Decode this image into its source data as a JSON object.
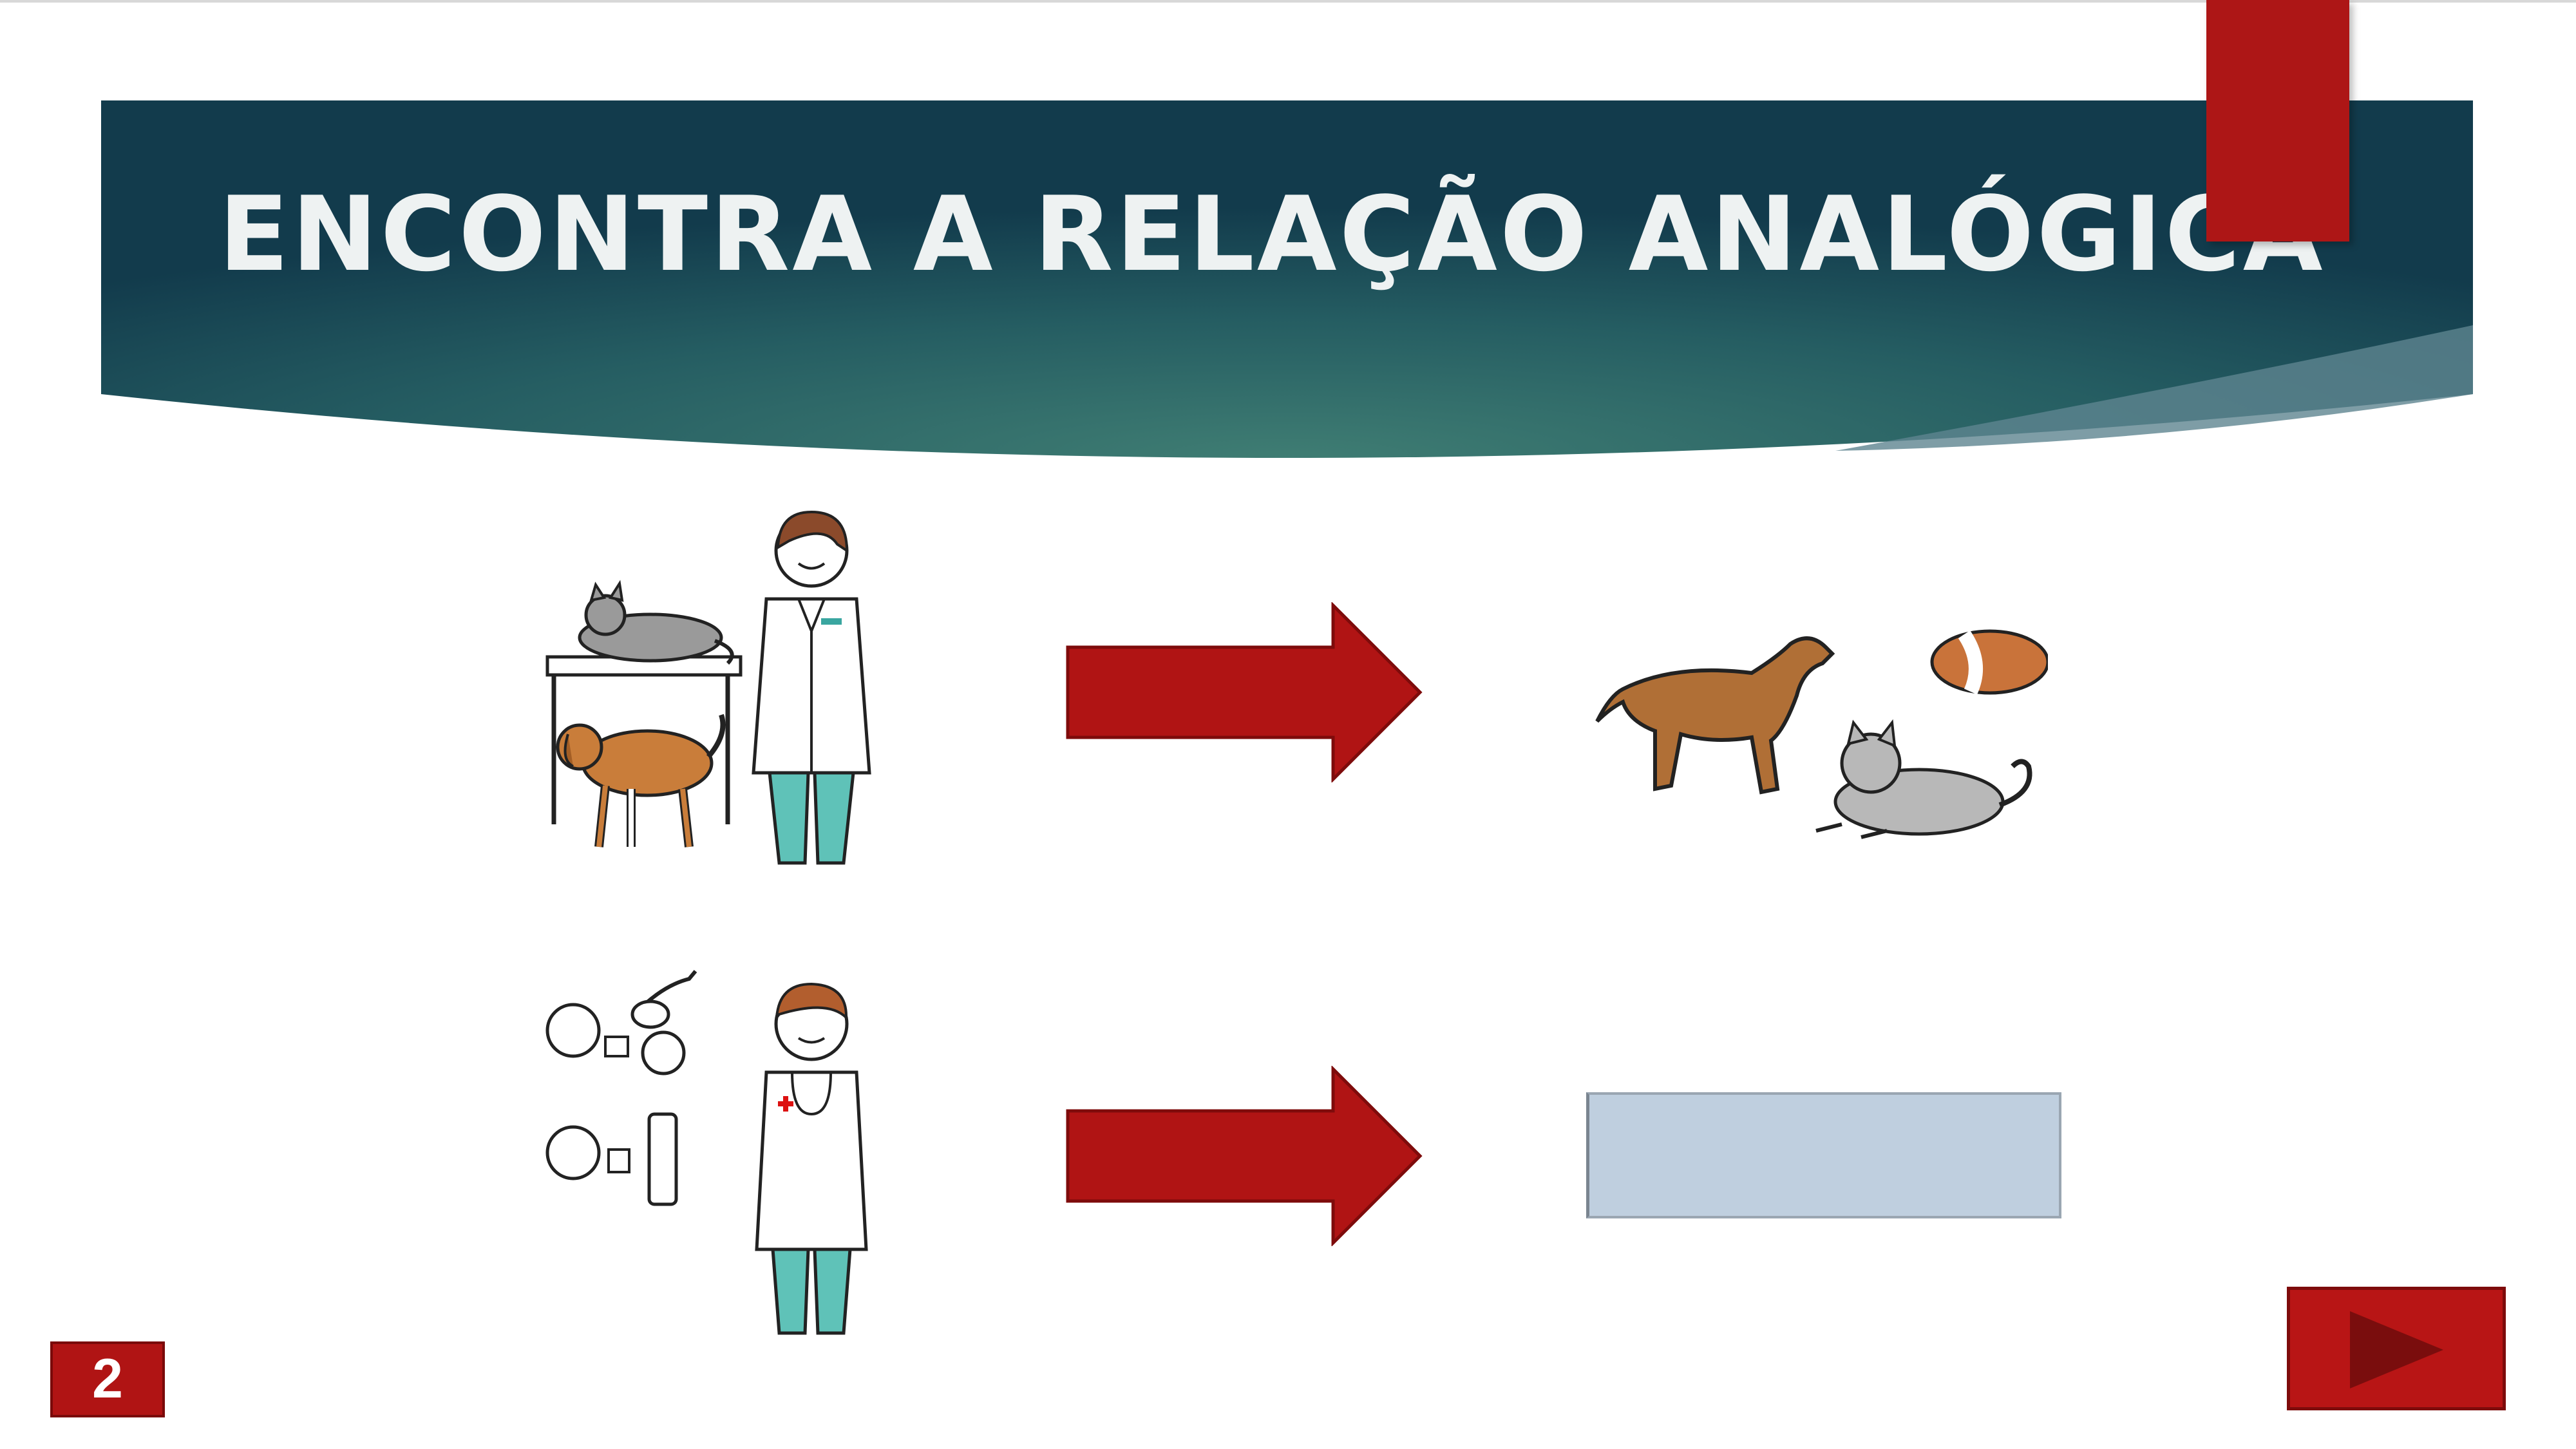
{
  "slide": {
    "title": "ENCONTRA A RELAÇÃO ANALÓGICA",
    "slide_number": "2"
  },
  "colors": {
    "banner_dark": "#123b4c",
    "banner_light": "#3d7a72",
    "accent_red": "#ad1616",
    "answer_box": "#bfcfdf"
  },
  "rows": [
    {
      "left_picto": "veterinarian-icon",
      "arrow": "right-arrow-icon",
      "right_picto": "pets-dog-guinea-pig-cat-icon"
    },
    {
      "left_picto": "doctor-icon",
      "arrow": "right-arrow-icon",
      "right_picto": "answer-box"
    }
  ],
  "navigation": {
    "next_icon": "play-triangle-icon"
  }
}
